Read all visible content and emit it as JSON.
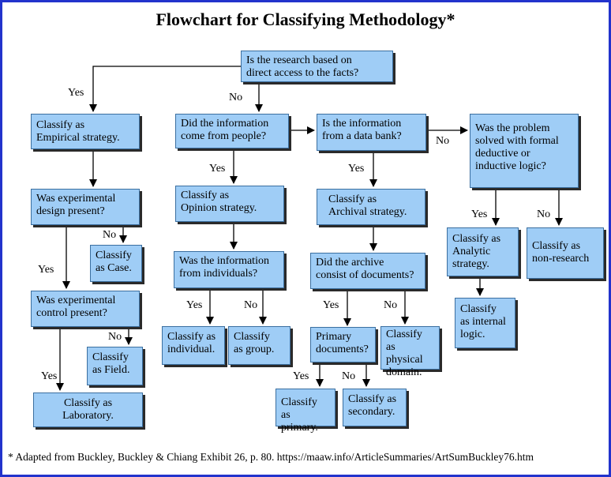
{
  "title": "Flowchart for Classifying Methodology*",
  "boxes": {
    "q_direct": "Is the research  based on\ndirect access to the facts?",
    "empirical": "Classify as\nEmpirical strategy.",
    "q_design": "Was experimental\ndesign present?",
    "case": "Classify\nas Case.",
    "q_control": "Was experimental\ncontrol present?",
    "field": "Classify\nas Field.",
    "laboratory": "Classify as\nLaboratory.",
    "q_people": "Did the information\ncome from people?",
    "opinion": "Classify as\nOpinion  strategy.",
    "q_individuals": "Was the information\nfrom individuals?",
    "individual": "Classify as\nindividual.",
    "group": "Classify\nas group.",
    "q_databank": "Is the information\nfrom a data bank?",
    "archival": "Classify as\nArchival strategy.",
    "q_documents": "Did the archive\nconsist of documents?",
    "q_primary": "Primary\ndocuments?",
    "physical": "Classify\nas physical\ndomain.",
    "primary": "Classify\nas primary.",
    "secondary": "Classify as\nsecondary.",
    "q_logic": "Was the problem\nsolved with formal\ndeductive or\ninductive logic?",
    "analytic": "Classify as\nAnalytic\nstrategy.",
    "nonresearch": "Classify as\nnon-research",
    "internal": "Classify\nas internal\nlogic."
  },
  "labels": {
    "yes": "Yes",
    "no": "No"
  },
  "footnote": "* Adapted from Buckley, Buckley & Chiang Exhibit 26, p. 80. https://maaw.info/ArticleSummaries/ArtSumBuckley76.htm",
  "colors": {
    "box_fill": "#9fcdf6",
    "frame": "#2233cc"
  }
}
